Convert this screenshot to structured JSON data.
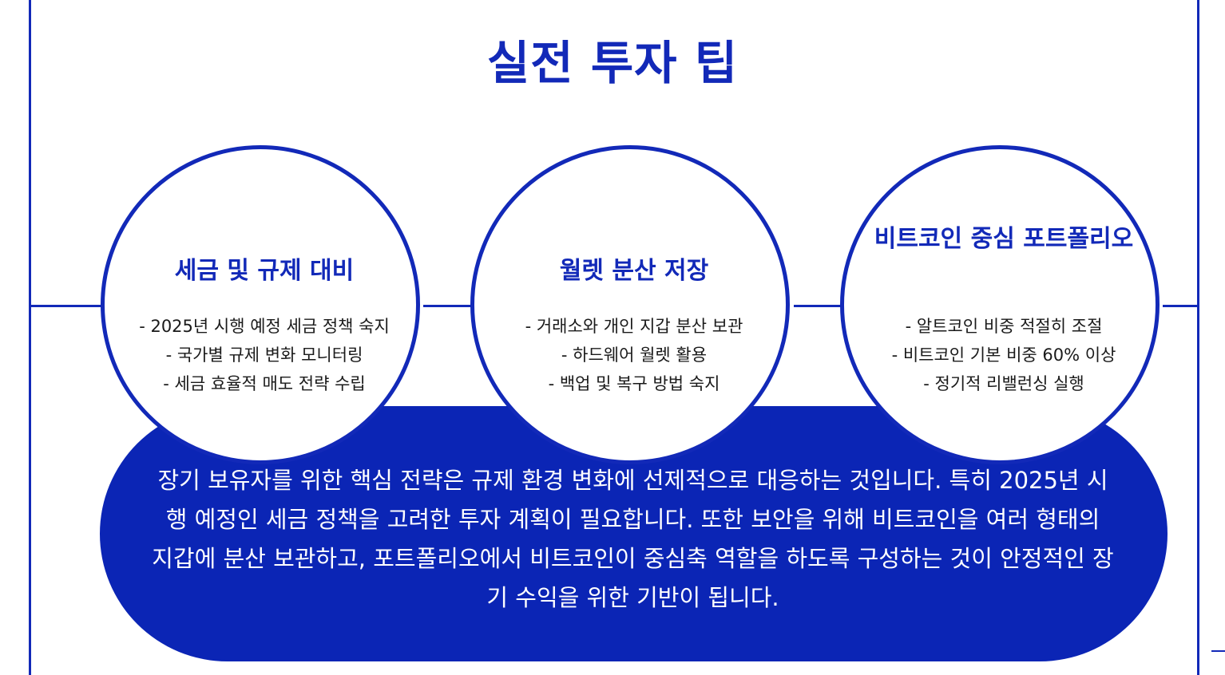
{
  "slide": {
    "title": "실전 투자 팁",
    "circles": [
      {
        "title": "세금 및 규제 대비",
        "items": [
          "- 2025년 시행 예정 세금 정책 숙지",
          "- 국가별 규제 변화 모니터링",
          "- 세금 효율적 매도 전략 수립"
        ]
      },
      {
        "title": "월렛 분산 저장",
        "items": [
          "- 거래소와 개인 지갑 분산 보관",
          "- 하드웨어 월렛 활용",
          "- 백업 및 복구 방법 숙지"
        ]
      },
      {
        "title": "비트코인 중심 포트폴리오",
        "items": [
          "- 알트코인 비중 적절히 조절",
          "- 비트코인 기본 비중 60% 이상",
          "- 정기적 리밸런싱 실행"
        ]
      }
    ],
    "summary": "장기 보유자를 위한 핵심 전략은 규제 환경 변화에 선제적으로 대응하는 것입니다. 특히 2025년 시행 예정인 세금 정책을 고려한 투자 계획이 필요합니다. 또한 보안을 위해 비트코인을 여러 형태의 지갑에 분산 보관하고, 포트폴리오에서 비트코인이 중심축 역할을 하도록 구성하는 것이 안정적인 장기 수익을 위한 기반이 됩니다."
  },
  "colors": {
    "primary": "#1229b8",
    "summary_bg": "#0b25b5",
    "background": "#ffffff",
    "body_text": "#1a1a1a"
  }
}
